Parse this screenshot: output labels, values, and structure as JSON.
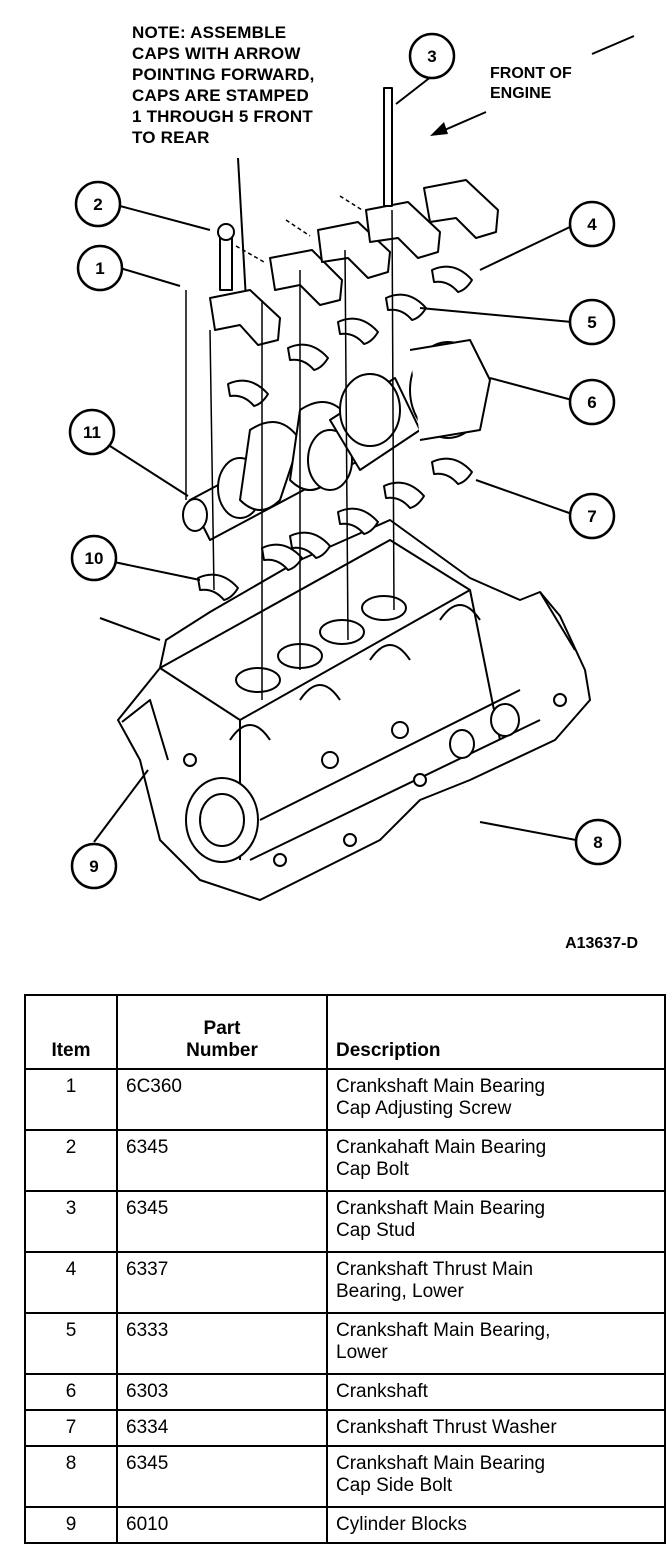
{
  "diagram": {
    "note": [
      "NOTE: ASSEMBLE",
      "CAPS WITH ARROW",
      "POINTING FORWARD,",
      "CAPS ARE STAMPED",
      "1 THROUGH 5 FRONT",
      "TO REAR"
    ],
    "front_of_engine": [
      "FRONT OF",
      "ENGINE"
    ],
    "figure_id": "A13637-D",
    "callouts": [
      "1",
      "2",
      "3",
      "4",
      "5",
      "6",
      "7",
      "8",
      "9",
      "10",
      "11"
    ]
  },
  "table": {
    "headers": {
      "item": "Item",
      "part_number": [
        "Part",
        "Number"
      ],
      "description": "Description"
    },
    "rows": [
      {
        "item": "1",
        "part": "6C360",
        "desc": [
          "Crankshaft Main Bearing",
          "Cap Adjusting Screw"
        ]
      },
      {
        "item": "2",
        "part": "6345",
        "desc": [
          "Crankahaft Main Bearing",
          "Cap Bolt"
        ]
      },
      {
        "item": "3",
        "part": "6345",
        "desc": [
          "Crankshaft Main Bearing",
          "Cap Stud"
        ]
      },
      {
        "item": "4",
        "part": "6337",
        "desc": [
          "Crankshaft Thrust Main",
          "Bearing, Lower"
        ]
      },
      {
        "item": "5",
        "part": "6333",
        "desc": [
          "Crankshaft Main Bearing,",
          "Lower"
        ]
      },
      {
        "item": "6",
        "part": "6303",
        "desc": [
          "Crankshaft"
        ]
      },
      {
        "item": "7",
        "part": "6334",
        "desc": [
          "Crankshaft Thrust Washer"
        ]
      },
      {
        "item": "8",
        "part": "6345",
        "desc": [
          "Crankshaft Main Bearing",
          "Cap Side Bolt"
        ]
      },
      {
        "item": "9",
        "part": "6010",
        "desc": [
          "Cylinder Blocks"
        ]
      }
    ]
  }
}
